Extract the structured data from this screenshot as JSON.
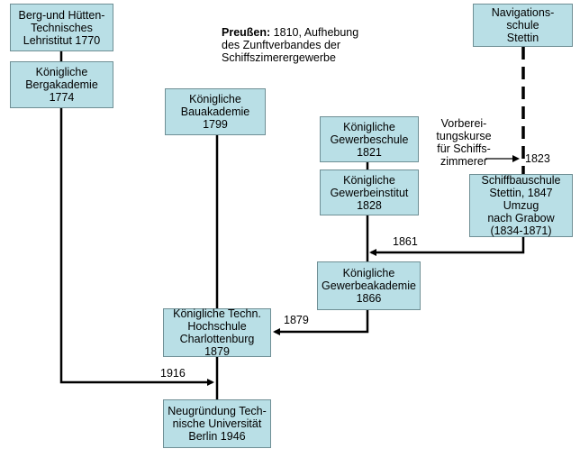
{
  "boxes": {
    "berg_huetten": "Berg-und Hütten-\nTechnisches\nLehristitut 1770",
    "bergakademie": "Königliche\nBergakademie\n1774",
    "bauakademie": "Königliche\nBauakademie\n1799",
    "gewerbeschule": "Königliche\nGewerbeschule\n1821",
    "gewerbeinstitut": "Königliche\nGewerbeinstitut\n1828",
    "gewerbeakademie": "Königliche\nGewerbeakademie\n1866",
    "techn_hochschule": "Königliche Techn.\nHochschule\nCharlottenburg 1879",
    "neugruendung": "Neugründung Tech-\nnische Universität\nBerlin 1946",
    "navigationsschule": "Navigations-\nschule\nStettin",
    "schiffbauschule": "Schiffbauschule\nStettin, 1847 Umzug\nnach Grabow\n(1834-1871)"
  },
  "notes": {
    "preussen_bold": "Preußen:",
    "preussen_rest": " 1810, Aufhebung\ndes Zunftverbandes der\nSchiffszimerergewerbe",
    "vorbereitung": "Vorberei-\ntungskurse\nfür Schiffs-\nzimmerer"
  },
  "years": {
    "y1823": "1823",
    "y1861": "1861",
    "y1879": "1879",
    "y1916": "1916"
  }
}
